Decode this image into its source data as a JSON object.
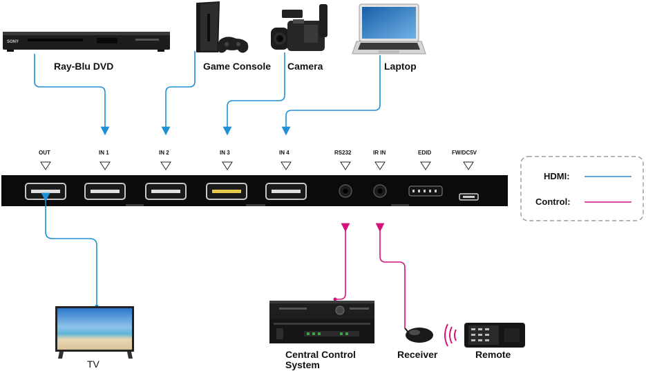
{
  "devices": {
    "dvd_label": "Ray-Blu DVD",
    "dvd_brand": "SONY",
    "game_label": "Game Console",
    "camera_label": "Camera",
    "laptop_label": "Laptop",
    "tv_label": "TV",
    "control_label_line1": "Central Control",
    "control_label_line2": "System",
    "receiver_label": "Receiver",
    "remote_label": "Remote"
  },
  "ports": {
    "out": "OUT",
    "in1": "IN 1",
    "in2": "IN 2",
    "in3": "IN 3",
    "in4": "IN 4",
    "rs232": "RS232",
    "ir_in": "IR IN",
    "edid": "EDID",
    "power": "FW/DC5V"
  },
  "legend": {
    "hdmi": "HDMI:",
    "control": "Control:"
  },
  "colors": {
    "hdmi": "#1e90d6",
    "control": "#d4127a",
    "device_body": "#111111"
  }
}
